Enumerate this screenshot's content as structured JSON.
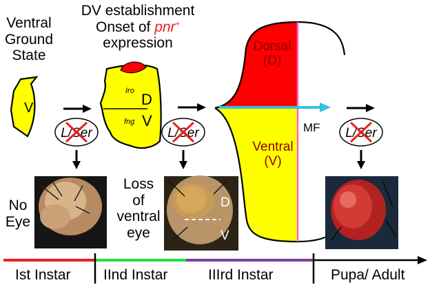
{
  "stage1": {
    "title_lines": [
      "Ventral",
      "Ground",
      "State"
    ],
    "disc_label": "V",
    "mutant_label": "L/Ser",
    "photo_caption_lines": [
      "No",
      "Eye"
    ]
  },
  "stage2": {
    "title_line1": "DV establishment",
    "title_line2_prefix": "Onset of ",
    "gene": "pnr",
    "gene_sup": "+",
    "title_line3": "expression",
    "gene_iro": "Iro",
    "gene_fng": "fng",
    "dorsal_letter": "D",
    "ventral_letter": "V",
    "mutant_label": "L/Ser",
    "photo_caption_lines": [
      "Loss",
      "of",
      "ventral",
      "eye"
    ],
    "photo_d": "D",
    "photo_v": "V"
  },
  "stage3": {
    "dorsal_lines": [
      "Dorsal",
      "(D)"
    ],
    "ventral_lines": [
      "Ventral",
      "(V)"
    ],
    "mf_label": "MF"
  },
  "stage4": {
    "mutant_label": "L/Ser"
  },
  "timeline": {
    "segments": [
      {
        "label": "Ist Instar",
        "color": "#ee1c25"
      },
      {
        "label": "IInd Instar",
        "color": "#22dd44"
      },
      {
        "label": "IIIrd Instar",
        "color": "#7b3fa0"
      },
      {
        "label": "Pupa/ Adult",
        "color": "#000000"
      }
    ]
  },
  "colors": {
    "yellow": "#ffff00",
    "red": "#ff0000",
    "cyan": "#33c3e0",
    "pink": "#ff66cc"
  },
  "icons": [
    "cross-icon",
    "arrow-right-icon",
    "arrow-down-icon"
  ]
}
